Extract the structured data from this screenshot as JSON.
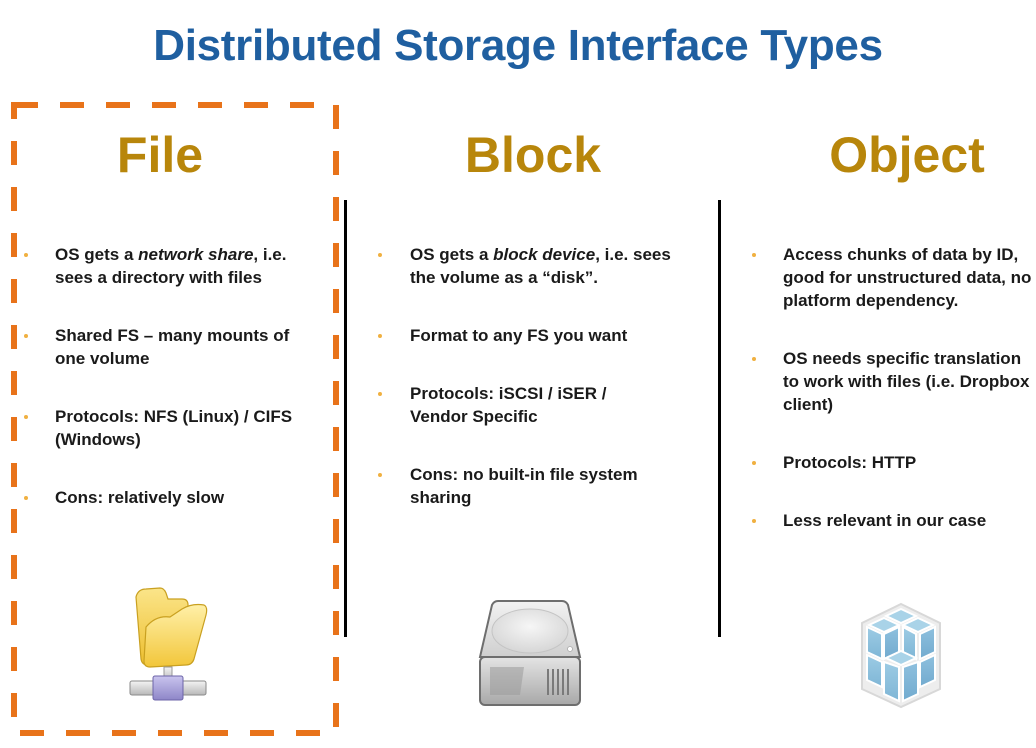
{
  "title": "Distributed Storage Interface Types",
  "colors": {
    "title": "#1F5FA0",
    "heading": "#B8860B",
    "highlight_border": "#E8731A",
    "bullet": "#F0B040",
    "body_text": "#1a1a1a",
    "divider": "#000000"
  },
  "highlighted_column": "file",
  "columns": [
    {
      "id": "file",
      "heading": "File",
      "icon": "network-folder-icon",
      "bullets": [
        {
          "parts": [
            {
              "text": "OS gets a ",
              "italic": false
            },
            {
              "text": "network share",
              "italic": true
            },
            {
              "text": ", i.e. sees a directory with files",
              "italic": false
            }
          ]
        },
        {
          "parts": [
            {
              "text": "Shared FS – many mounts of one volume",
              "italic": false
            }
          ]
        },
        {
          "parts": [
            {
              "text": "Protocols: NFS (Linux) / CIFS (Windows)",
              "italic": false
            }
          ]
        },
        {
          "parts": [
            {
              "text": "Cons: relatively slow",
              "italic": false
            }
          ]
        }
      ]
    },
    {
      "id": "block",
      "heading": "Block",
      "icon": "hard-drive-icon",
      "bullets": [
        {
          "parts": [
            {
              "text": "OS gets a ",
              "italic": false
            },
            {
              "text": "block device",
              "italic": true
            },
            {
              "text": ", i.e. sees the volume as a “disk”.",
              "italic": false
            }
          ]
        },
        {
          "parts": [
            {
              "text": "Format to any FS you want",
              "italic": false
            }
          ]
        },
        {
          "parts": [
            {
              "text": "Protocols: iSCSI / iSER / Vendor Specific",
              "italic": false
            }
          ]
        },
        {
          "parts": [
            {
              "text": "Cons: no built-in file system sharing",
              "italic": false
            }
          ]
        }
      ]
    },
    {
      "id": "object",
      "heading": "Object",
      "icon": "object-blocks-icon",
      "bullets": [
        {
          "parts": [
            {
              "text": "Access chunks of data by ID, good for unstructured data, no platform dependency.",
              "italic": false
            }
          ]
        },
        {
          "parts": [
            {
              "text": "OS needs specific translation to work with files (i.e. Dropbox client)",
              "italic": false
            }
          ]
        },
        {
          "parts": [
            {
              "text": "Protocols: HTTP",
              "italic": false
            }
          ]
        },
        {
          "parts": [
            {
              "text": "Less relevant in our case",
              "italic": false
            }
          ]
        }
      ]
    }
  ]
}
